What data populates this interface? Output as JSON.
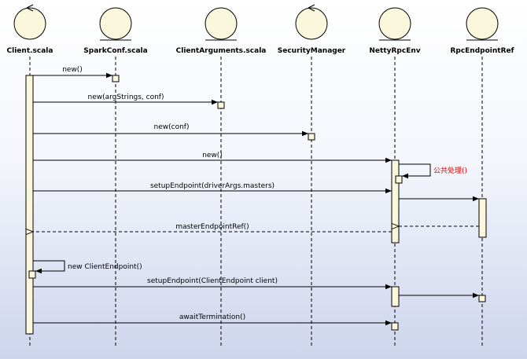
{
  "participants": [
    {
      "id": "client",
      "name": "Client.scala",
      "kind": "control"
    },
    {
      "id": "sparkconf",
      "name": "SparkConf.scala",
      "kind": "entity"
    },
    {
      "id": "clientargs",
      "name": "ClientArguments.scala",
      "kind": "entity"
    },
    {
      "id": "secmgr",
      "name": "SecurityManager",
      "kind": "control"
    },
    {
      "id": "nettyrpc",
      "name": "NettyRpcEnv",
      "kind": "entity"
    },
    {
      "id": "rpcref",
      "name": "RpcEndpointRef",
      "kind": "entity"
    }
  ],
  "messages": [
    {
      "from": "client",
      "to": "sparkconf",
      "label": "new()",
      "type": "call"
    },
    {
      "from": "client",
      "to": "clientargs",
      "label": "new(argStrings, conf)",
      "type": "call"
    },
    {
      "from": "client",
      "to": "secmgr",
      "label": "new(conf)",
      "type": "call"
    },
    {
      "from": "client",
      "to": "nettyrpc",
      "label": "new()",
      "type": "call"
    },
    {
      "from": "nettyrpc",
      "to": "nettyrpc",
      "label": "公共处理()",
      "type": "self",
      "highlight": true
    },
    {
      "from": "client",
      "to": "nettyrpc",
      "label": "setupEndpoint(driverArgs.masters)",
      "type": "call"
    },
    {
      "from": "nettyrpc",
      "to": "rpcref",
      "label": "",
      "type": "call"
    },
    {
      "from": "rpcref",
      "to": "nettyrpc",
      "label": "",
      "type": "return"
    },
    {
      "from": "nettyrpc",
      "to": "client",
      "label": "masterEndpointRef()",
      "type": "return"
    },
    {
      "from": "client",
      "to": "client",
      "label": "new ClientEndpoint()",
      "type": "self"
    },
    {
      "from": "client",
      "to": "nettyrpc",
      "label": "setupEndpoint(ClientEndpoint client)",
      "type": "call"
    },
    {
      "from": "nettyrpc",
      "to": "rpcref",
      "label": "",
      "type": "call"
    },
    {
      "from": "client",
      "to": "nettyrpc",
      "label": "awaitTermination()",
      "type": "call"
    }
  ],
  "colors": {
    "participant_fill": "#fbf7dc",
    "activation_fill": "#fbf7dc",
    "line": "#000000",
    "note_text": "#e00000"
  }
}
